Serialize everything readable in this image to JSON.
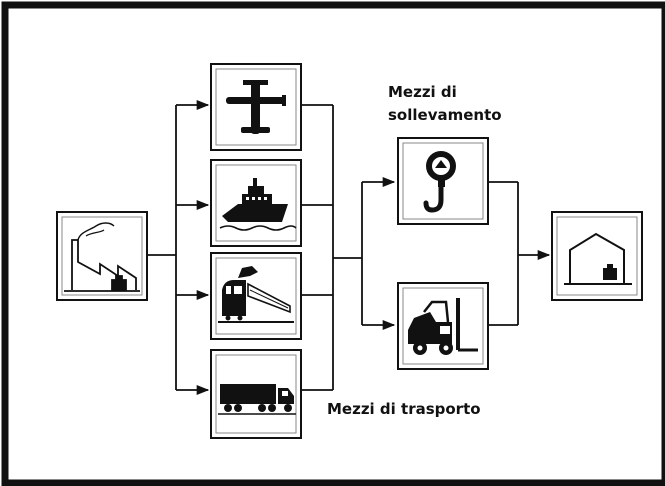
{
  "labels": {
    "lifting_line1": "Mezzi di",
    "lifting_line2": "sollevamento",
    "transport": "Mezzi di trasporto"
  },
  "nodes": {
    "origin": "factory-icon",
    "transport": [
      "airplane-icon",
      "ship-icon",
      "train-icon",
      "truck-icon"
    ],
    "lifting": [
      "crane-hook-icon",
      "forklift-icon"
    ],
    "destination": "warehouse-icon"
  }
}
